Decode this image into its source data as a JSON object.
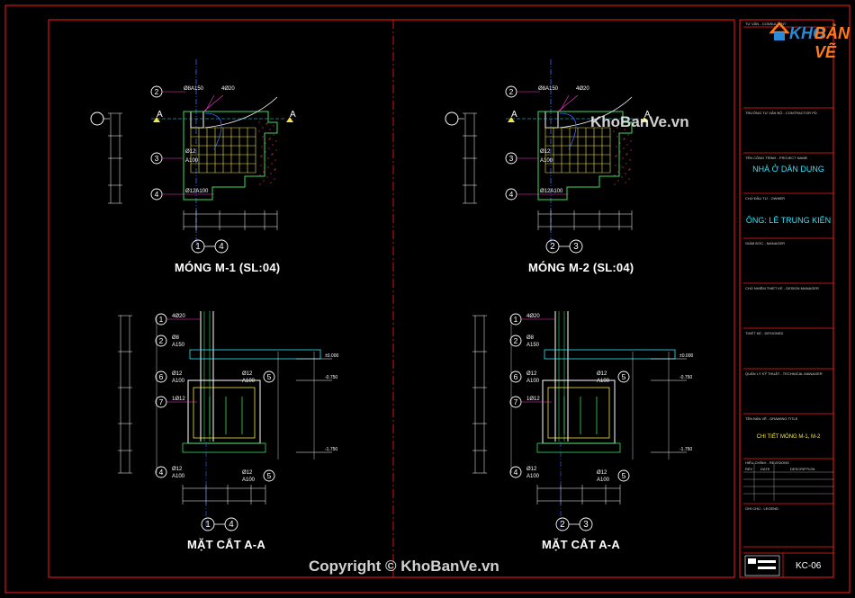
{
  "drawings": {
    "m1": {
      "title": "MÓNG M-1 (SL:04)",
      "axes": [
        "1",
        "4"
      ]
    },
    "m2": {
      "title": "MÓNG M-2 (SL:04)",
      "axes": [
        "2",
        "3"
      ]
    },
    "s1": {
      "title": "MẶT CẮT A-A",
      "axes": [
        "1",
        "4"
      ]
    },
    "s2": {
      "title": "MẶT CẮT A-A",
      "axes": [
        "2",
        "3"
      ]
    },
    "plan_labels": {
      "b1": "2",
      "b2": "3",
      "b3": "4",
      "t1": "Ø8A150",
      "t2": "4Ø20",
      "t3": "Ø12",
      "t4": "A100",
      "t5": "Ø12A100",
      "sec": "A"
    },
    "section_labels": {
      "n1": "1",
      "n2": "2",
      "n6": "6",
      "n7": "7",
      "n4": "4",
      "n5": "5",
      "t1": "4Ø20",
      "t2": "Ø8",
      "t3": "A150",
      "t4": "Ø12",
      "t5": "A100",
      "t6": "1Ø12",
      "lv1": "±0.000",
      "lv2": "-0.750",
      "lv3": "-1.750"
    }
  },
  "title_block": {
    "r1": "TƯ VẤN - CONSULTANT",
    "r2": "TRƯỞNG TƯ VẤN BỘ - CONTRACTOR PD",
    "r3": "TÊN CÔNG TRÌNH - PROJECT NAME",
    "project": "NHÀ Ở DÂN DỤNG",
    "r4": "CHỦ ĐẦU TƯ - OWNER",
    "owner": "ÔNG: LÊ TRUNG KIÊN",
    "r5": "GIÁM ĐỐC - MANAGER",
    "r6": "CHỦ NHIỆM THIẾT KẾ - DESIGN MANAGER",
    "r7": "THIẾT KẾ - DESIGNED",
    "r8": "QUẢN LÝ KỸ THUẬT - TECHNICAL MANAGER",
    "r9": "TÊN BẢN VẼ - DRAWING TITLE",
    "drawing_title": "CHI TIẾT MÓNG M-1, M-2",
    "r10": "HIỆU CHỈNH - REVISIONS",
    "rev_no": "REV",
    "rev_date": "DATE",
    "rev_desc": "DESCRIPTION",
    "r11": "GHI CHÚ - LEGEND",
    "sheet": "KC-06"
  },
  "watermarks": {
    "w1": "KhoBanVe.vn",
    "copyright": "Copyright © KhoBanVe.vn",
    "logo_a": "KHO",
    "logo_b": "BẢN VẼ"
  },
  "colors": {
    "frame": "#ff1a1a",
    "cyan": "#2ee6ff",
    "yellow": "#f3e54a",
    "green": "#3ddc5a",
    "white": "#ffffff",
    "magenta": "#ff3bd1",
    "blue": "#3a6bff"
  }
}
